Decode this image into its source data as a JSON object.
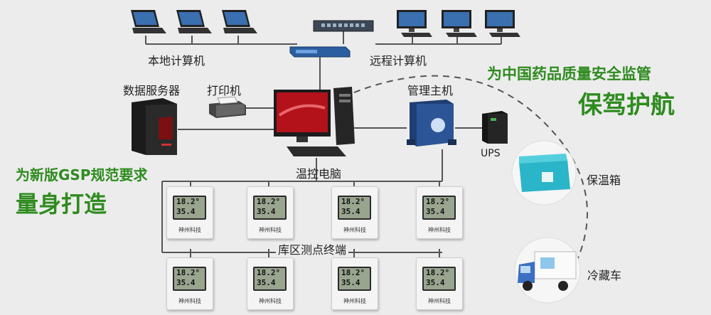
{
  "left_slogan": {
    "line1": "为新版GSP规范要求",
    "line2": "量身打造"
  },
  "right_slogan": {
    "line1": "为中国药品质量安全监管",
    "line2": "保驾护航"
  },
  "labels": {
    "local_pc": "本地计算机",
    "remote_pc": "远程计算机",
    "data_server": "数据服务器",
    "printer": "打印机",
    "manager_host": "管理主机",
    "ups": "UPS",
    "control_pc": "温控电脑",
    "insulated_box": "保温箱",
    "sensors": "库区测点终端",
    "truck": "冷藏车"
  },
  "sensor": {
    "temp": "18.2°",
    "hum": "35.4",
    "brand": "神州科技"
  },
  "colors": {
    "green": "#2e8b1e",
    "wire": "#555555",
    "background": "#ececec"
  }
}
